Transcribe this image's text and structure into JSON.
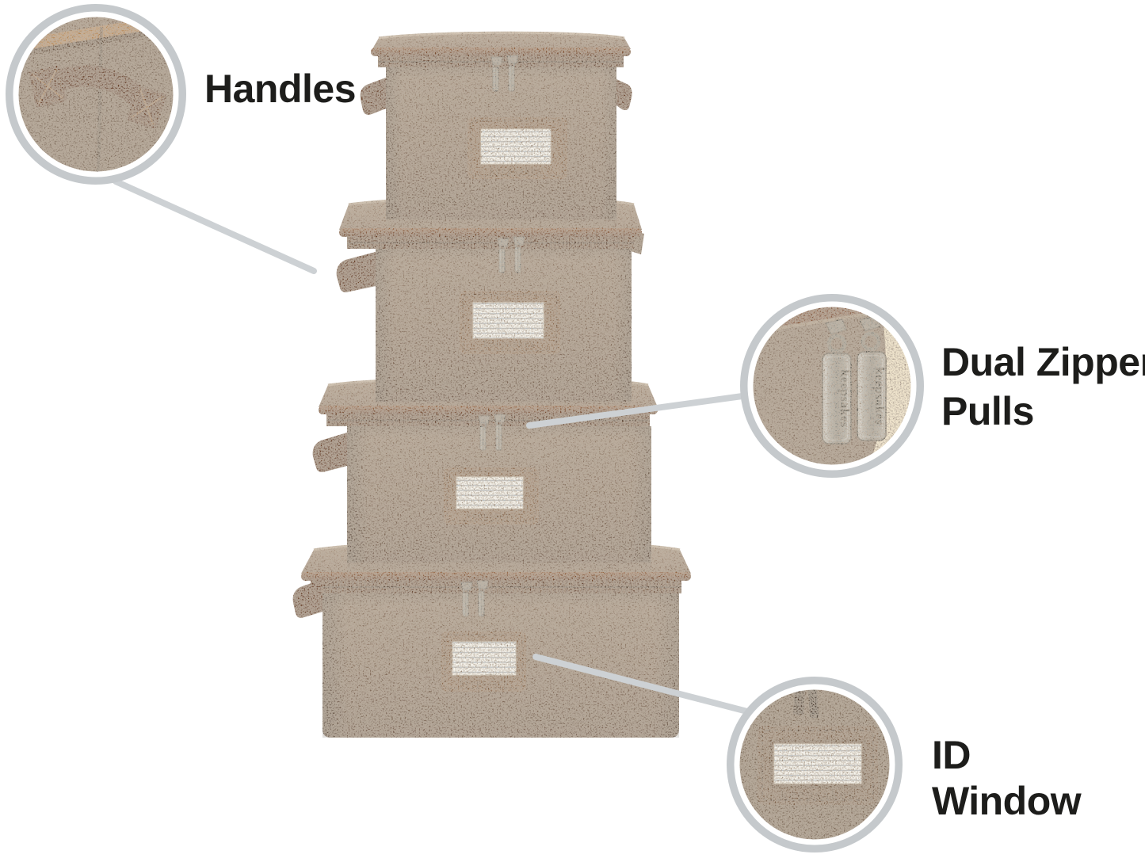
{
  "image_type": "product-feature-callout",
  "brand": {
    "label": "keepsakes"
  },
  "product": {
    "description": "Stack of four brown fabric storage cases",
    "box_count": 4
  },
  "callouts": {
    "handles": {
      "lines": [
        "Handles"
      ]
    },
    "dual_zipper_pulls": {
      "lines": [
        "Dual Zipper",
        "Pulls"
      ]
    },
    "id_window": {
      "lines": [
        "ID",
        "Window"
      ]
    }
  },
  "colors": {
    "annotation": "#cdd1d4",
    "ring": "#c5c9cc",
    "text": "#1d1d1b",
    "fabric": "#8d7767",
    "trim": "#7b4b2c",
    "handle": "#6b432a",
    "tape": "#6b4a35",
    "frame": "#8a6a4f",
    "card": "#f5f4ef",
    "metal": "#a8a49b",
    "cream": "#efe3c9"
  }
}
